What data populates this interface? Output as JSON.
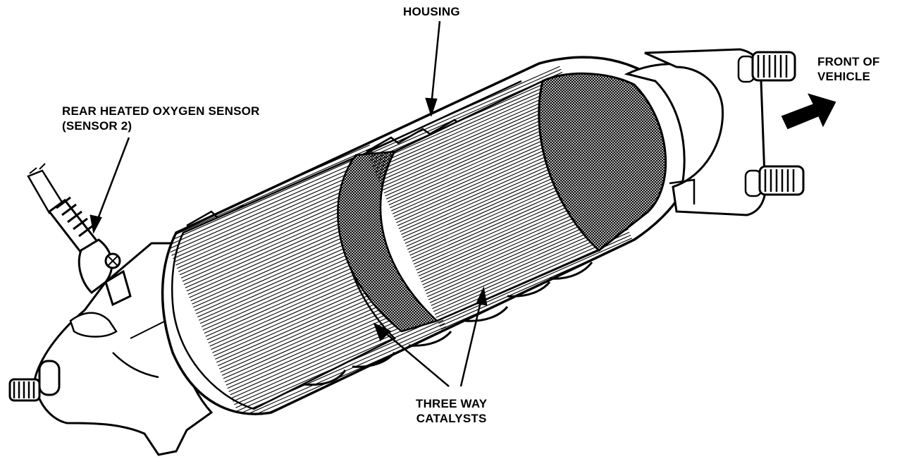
{
  "labels": {
    "housing": "HOUSING",
    "sensor_line1": "REAR HEATED OXYGEN SENSOR",
    "sensor_line2": "(SENSOR 2)",
    "front_line1": "FRONT OF",
    "front_line2": "VEHICLE",
    "catalysts_line1": "THREE WAY",
    "catalysts_line2": "CATALYSTS"
  },
  "colors": {
    "ink": "#000000",
    "paper": "#ffffff"
  }
}
